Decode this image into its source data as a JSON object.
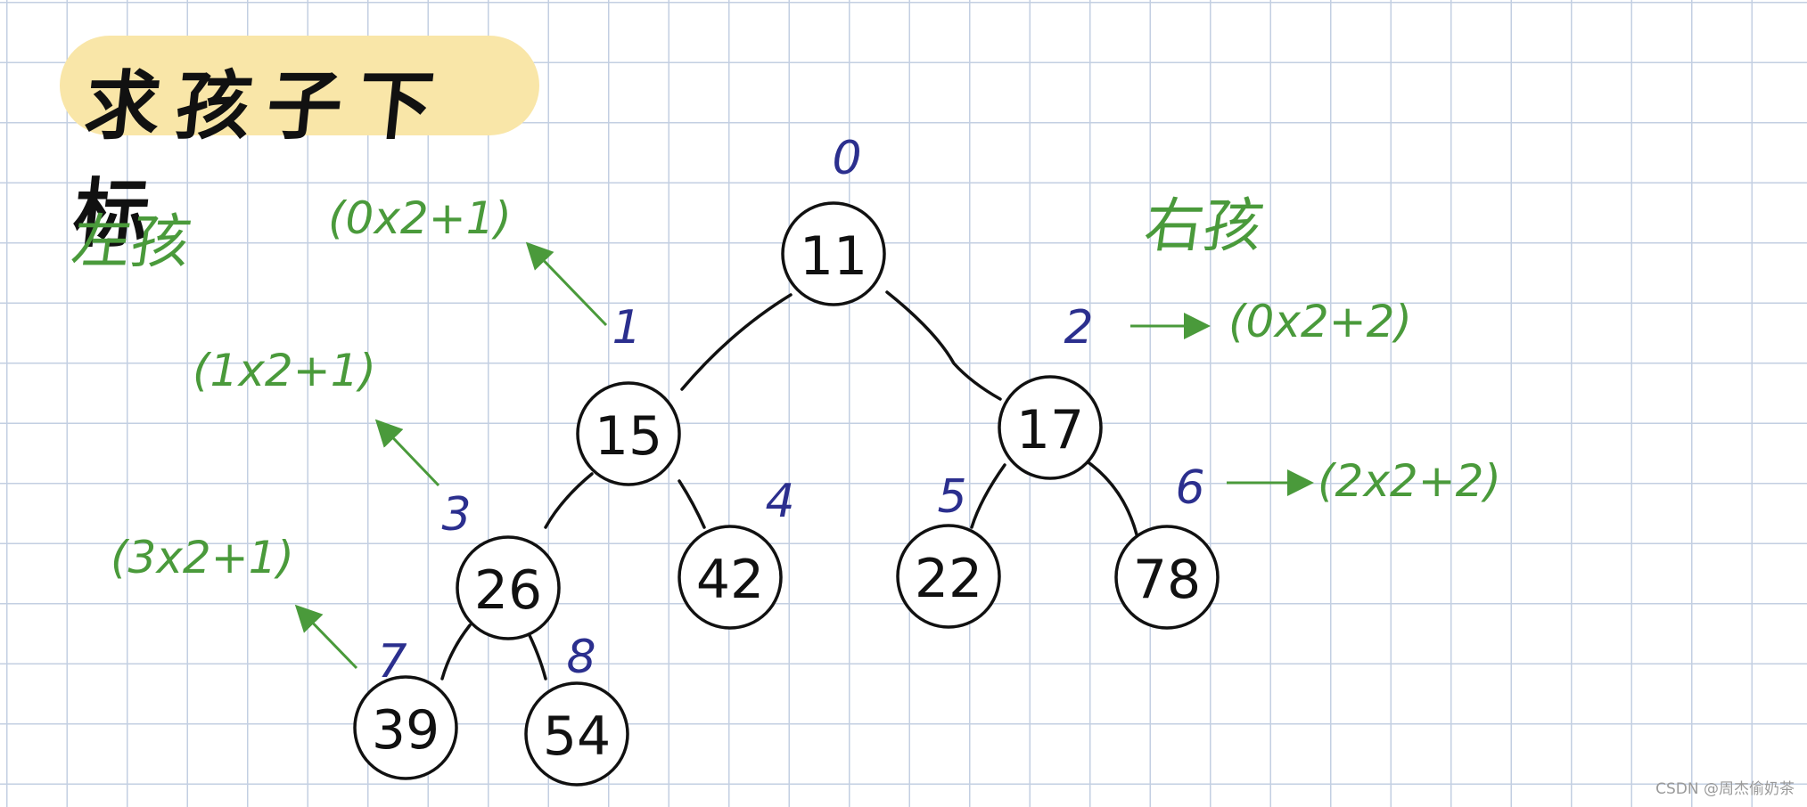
{
  "title": "求孩子下标",
  "left_child_label": "左孩",
  "right_child_label": "右孩",
  "watermark": "CSDN @周杰偷奶茶",
  "colors": {
    "index": "#2b2f8e",
    "formula": "#4a9a3b",
    "node": "#111111",
    "title_bg": "#f9e6a8"
  },
  "tree": {
    "nodes": [
      {
        "index": "0",
        "value": "11"
      },
      {
        "index": "1",
        "value": "15"
      },
      {
        "index": "2",
        "value": "17"
      },
      {
        "index": "3",
        "value": "26"
      },
      {
        "index": "4",
        "value": "42"
      },
      {
        "index": "5",
        "value": "22"
      },
      {
        "index": "6",
        "value": "78"
      },
      {
        "index": "7",
        "value": "39"
      },
      {
        "index": "8",
        "value": "54"
      }
    ],
    "edges": [
      [
        0,
        1
      ],
      [
        0,
        2
      ],
      [
        1,
        3
      ],
      [
        1,
        4
      ],
      [
        2,
        5
      ],
      [
        2,
        6
      ],
      [
        3,
        7
      ],
      [
        3,
        8
      ]
    ]
  },
  "formulas": [
    {
      "target": "1",
      "text": "(0x2+1)"
    },
    {
      "target": "2",
      "text": "(0x2+2)"
    },
    {
      "target": "3",
      "text": "(1x2+1)"
    },
    {
      "target": "6",
      "text": "(2x2+2)"
    },
    {
      "target": "7",
      "text": "(3x2+1)"
    }
  ]
}
